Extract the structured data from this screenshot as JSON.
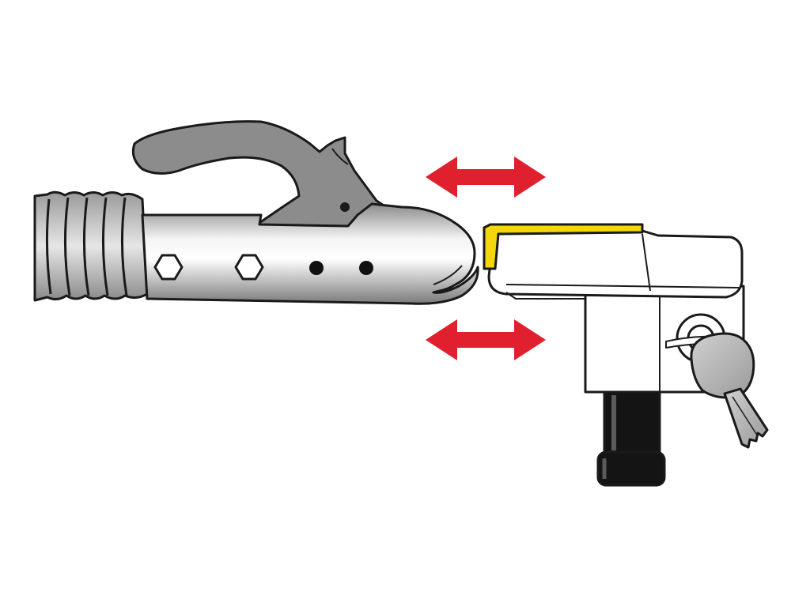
{
  "colors": {
    "background": "#ffffff",
    "outline": "#1a1a1a",
    "handle_gray": "#8c8c8c",
    "metal_light": "#f2f2f2",
    "metal_dark": "#8a8a8a",
    "arrow_red": "#e0202e",
    "lock_body": "#ffffff",
    "lock_yellow": "#f5d60a",
    "key_gray": "#b3b3b3",
    "pin_black": "#141414"
  },
  "components": {
    "coupling_head": {
      "icon": "trailer-coupling-icon",
      "hex_bolts": 2,
      "holes": 3
    },
    "lock": {
      "icon": "hitch-lock-icon"
    },
    "key": {
      "icon": "key-icon"
    },
    "arrows": {
      "icon": "double-headed-arrow-icon",
      "count": 2
    }
  }
}
